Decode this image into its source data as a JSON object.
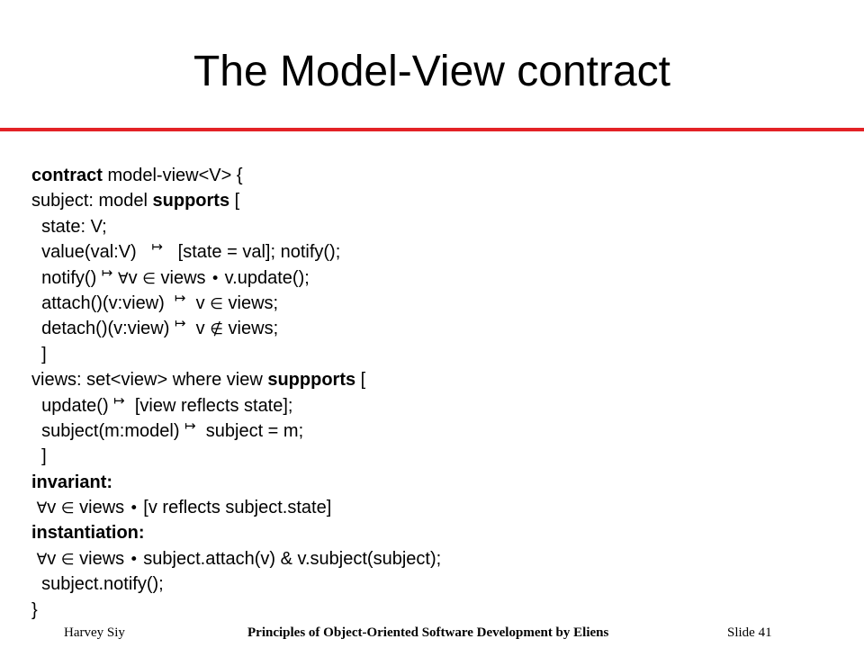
{
  "slide": {
    "title": "The Model-View contract",
    "accent_color": "#e32226"
  },
  "code_lines": [
    [
      {
        "t": "contract",
        "k": "kw"
      },
      {
        "t": " model-view<V> {"
      }
    ],
    [
      {
        "t": "subject: model "
      },
      {
        "t": "supports",
        "k": "kw"
      },
      {
        "t": " ["
      }
    ],
    [
      {
        "t": "  state: V;"
      }
    ],
    [
      {
        "t": "  value(val:V)   "
      },
      {
        "t": "↦",
        "k": "arrow"
      },
      {
        "t": "   [state = val]; notify();"
      }
    ],
    [
      {
        "t": "  notify() "
      },
      {
        "t": "↦",
        "k": "arrow"
      },
      {
        "t": " "
      },
      {
        "t": "∀",
        "k": "sym"
      },
      {
        "t": "v "
      },
      {
        "t": "∈",
        "k": "sym"
      },
      {
        "t": " views "
      },
      {
        "t": "•",
        "k": "sym"
      },
      {
        "t": " v.update();"
      }
    ],
    [
      {
        "t": "  attach()(v:view)  "
      },
      {
        "t": "↦",
        "k": "arrow"
      },
      {
        "t": "  v "
      },
      {
        "t": "∈",
        "k": "sym"
      },
      {
        "t": " views;"
      }
    ],
    [
      {
        "t": "  detach()(v:view) "
      },
      {
        "t": "↦",
        "k": "arrow"
      },
      {
        "t": "  v "
      },
      {
        "t": "∉",
        "k": "sym"
      },
      {
        "t": " views;"
      }
    ],
    [
      {
        "t": "  ]"
      }
    ],
    [
      {
        "t": "views: set<view> where view "
      },
      {
        "t": "suppports",
        "k": "kw"
      },
      {
        "t": " ["
      }
    ],
    [
      {
        "t": "  update() "
      },
      {
        "t": "↦",
        "k": "arrow"
      },
      {
        "t": "  [view reflects state];"
      }
    ],
    [
      {
        "t": "  subject(m:model) "
      },
      {
        "t": "↦",
        "k": "arrow"
      },
      {
        "t": "  subject = m;"
      }
    ],
    [
      {
        "t": "  ]"
      }
    ],
    [
      {
        "t": "invariant:",
        "k": "kw"
      }
    ],
    [
      {
        "t": " "
      },
      {
        "t": "∀",
        "k": "sym"
      },
      {
        "t": "v "
      },
      {
        "t": "∈",
        "k": "sym"
      },
      {
        "t": " views "
      },
      {
        "t": "•",
        "k": "sym"
      },
      {
        "t": " [v reflects subject.state]"
      }
    ],
    [
      {
        "t": "instantiation:",
        "k": "kw"
      }
    ],
    [
      {
        "t": " "
      },
      {
        "t": "∀",
        "k": "sym"
      },
      {
        "t": "v "
      },
      {
        "t": "∈",
        "k": "sym"
      },
      {
        "t": " views "
      },
      {
        "t": "•",
        "k": "sym"
      },
      {
        "t": " subject.attach(v) & v.subject(subject);"
      }
    ],
    [
      {
        "t": "  subject.notify();"
      }
    ],
    [
      {
        "t": "}"
      }
    ]
  ],
  "footer": {
    "left": "Harvey Siy",
    "center": "Principles of Object-Oriented Software Development by Eliens",
    "right": "Slide  41"
  }
}
